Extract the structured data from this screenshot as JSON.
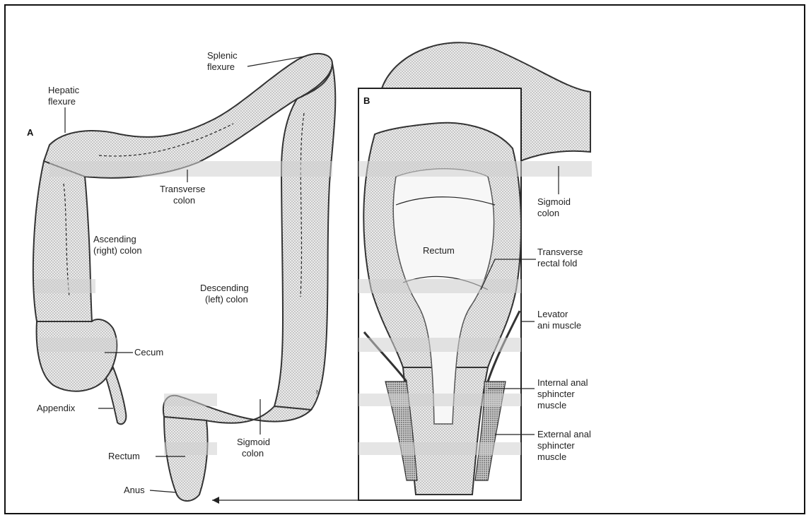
{
  "figure": {
    "panel_a_letter": "A",
    "panel_b_letter": "B",
    "credit": "N",
    "labels_a": {
      "splenic_flexure_1": "Splenic",
      "splenic_flexure_2": "flexure",
      "hepatic_flexure_1": "Hepatic",
      "hepatic_flexure_2": "flexure",
      "transverse_colon_1": "Transverse",
      "transverse_colon_2": "colon",
      "ascending_colon_1": "Ascending",
      "ascending_colon_2": "(right) colon",
      "descending_colon_1": "Descending",
      "descending_colon_2": "(left) colon",
      "cecum": "Cecum",
      "appendix": "Appendix",
      "rectum": "Rectum",
      "sigmoid_colon_1": "Sigmoid",
      "sigmoid_colon_2": "colon",
      "anus": "Anus"
    },
    "labels_b": {
      "rectum": "Rectum",
      "sigmoid_colon_1": "Sigmoid",
      "sigmoid_colon_2": "colon",
      "transverse_rectal_fold_1": "Transverse",
      "transverse_rectal_fold_2": "rectal fold",
      "levator_ani_1": "Levator",
      "levator_ani_2": "ani muscle",
      "internal_sphincter_1": "Internal anal",
      "internal_sphincter_2": "sphincter",
      "internal_sphincter_3": "muscle",
      "external_sphincter_1": "External anal",
      "external_sphincter_2": "sphincter",
      "external_sphincter_3": "muscle"
    }
  }
}
